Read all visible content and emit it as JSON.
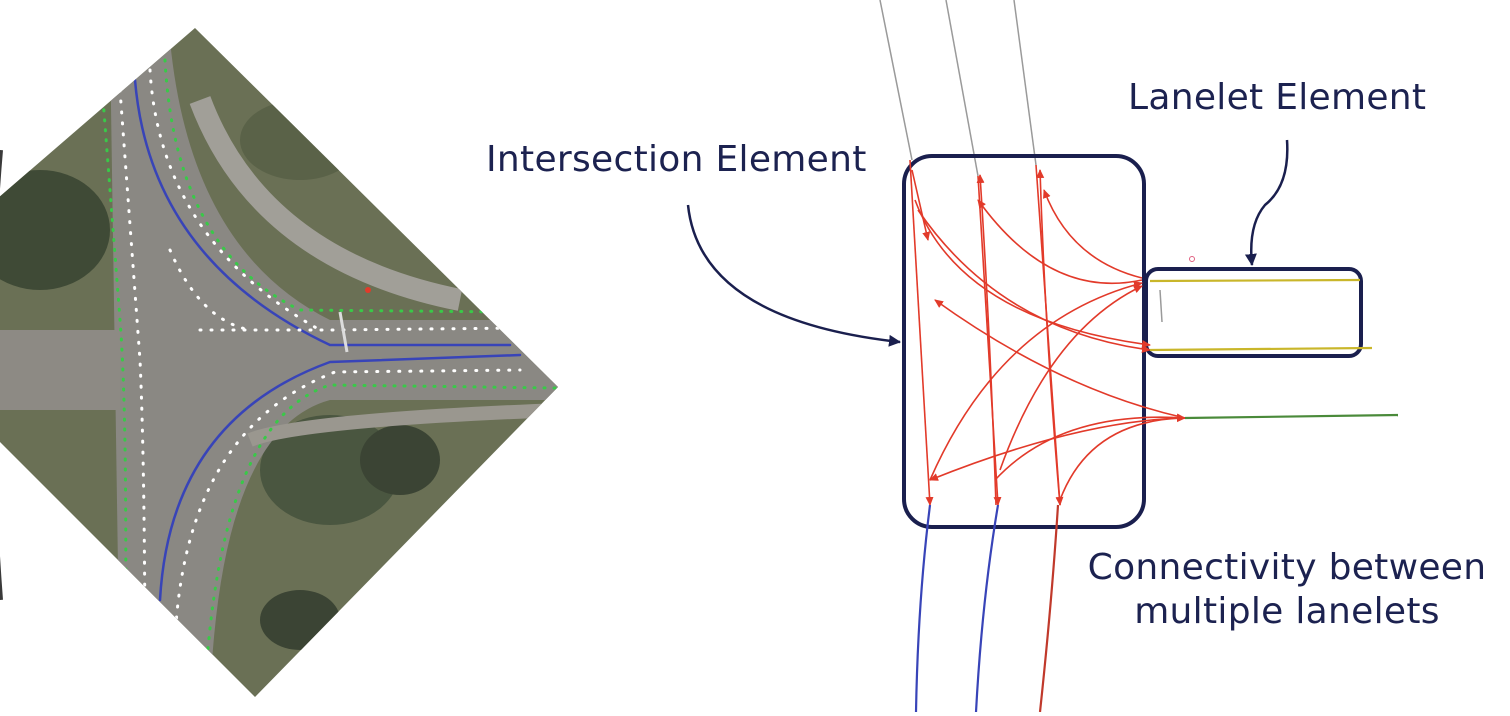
{
  "labels": {
    "intersection": "Intersection Element",
    "lanelet": "Lanelet Element",
    "connectivity_line1": "Connectivity between",
    "connectivity_line2": "multiple lanelets"
  },
  "colors": {
    "background": "#ffffff",
    "label_text": "#1c2250",
    "box_outline": "#1a1f4e",
    "connector_lane": "#e23a2a",
    "boundary_blue": "#3844b8",
    "lane_yellow": "#c9b62a",
    "lane_green": "#4a8a3a",
    "guide_grey": "#9a9a9a",
    "aerial_road": "#7d7c78",
    "aerial_grass": "#5f6a4a",
    "marker_green": "#39c948",
    "marker_white": "#ffffff"
  }
}
